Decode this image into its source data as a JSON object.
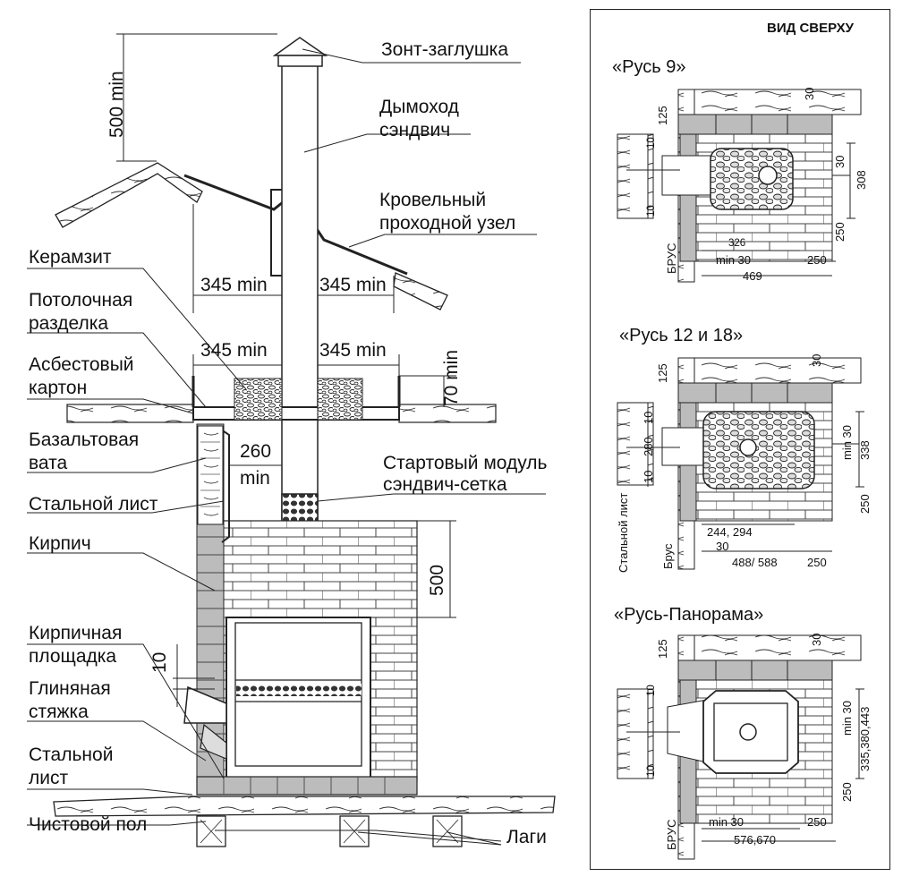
{
  "side_labels": {
    "cap": "Зонт-заглушка",
    "chimney_1": "Дымоход",
    "chimney_2": "сэндвич",
    "roof_pass_1": "Кровельный",
    "roof_pass_2": "проходной узел",
    "keramzit": "Керамзит",
    "ceiling_1": "Потолочная",
    "ceiling_2": "разделка",
    "asbestos_1": "Асбестовый",
    "asbestos_2": "картон",
    "basalt_1": "Базальтовая",
    "basalt_2": "вата",
    "steel_sheet": "Стальной лист",
    "brick": "Кирпич",
    "start_module_1": "Стартовый модуль",
    "start_module_2": "сэндвич-сетка",
    "brick_pad_1": "Кирпичная",
    "brick_pad_2": "площадка",
    "clay_1": "Глиняная",
    "clay_2": "стяжка",
    "steel2_1": "Стальной",
    "steel2_2": "лист",
    "floor": "Чистовой пол",
    "joists": "Лаги"
  },
  "side_dims": {
    "roof_height": "500 min",
    "roof_left": "345 min",
    "roof_right": "345 min",
    "ceil_left": "345 min",
    "ceil_right": "345 min",
    "ceil_height": "70 min",
    "wall_gap_1": "260",
    "wall_gap_2": "min",
    "module_height": "500",
    "pad_height": "10"
  },
  "top_view": {
    "header": "ВИД СВЕРХУ",
    "models": [
      {
        "title": "«Русь 9»",
        "d125": "125",
        "d30": "30",
        "d10a": "10",
        "d10b": "10",
        "d30r": "30",
        "d308": "308",
        "d250": "250",
        "d326": "326",
        "brus": "БРУС",
        "min30": "min 30",
        "d250b": "250",
        "d469": "469"
      },
      {
        "title": "«Русь 12 и 18»",
        "d125": "125",
        "d30": "30",
        "d10a": "10",
        "d280": "280",
        "d10b": "10",
        "min30v": "min 30",
        "d338": "338",
        "d250": "250",
        "steel": "Стальной лист",
        "brus": "Брус",
        "d244": "244, 294",
        "d30b": "30",
        "d488": "488/ 588",
        "d250b": "250"
      },
      {
        "title": "«Русь-Панорама»",
        "d125": "125",
        "d30": "30",
        "d10a": "10",
        "d10b": "10",
        "min30v": "min 30",
        "d335": "335,380,443",
        "d250": "250",
        "brus": "БРУС",
        "min30": "min 30",
        "d250b": "250",
        "d576": "576,670"
      }
    ]
  }
}
